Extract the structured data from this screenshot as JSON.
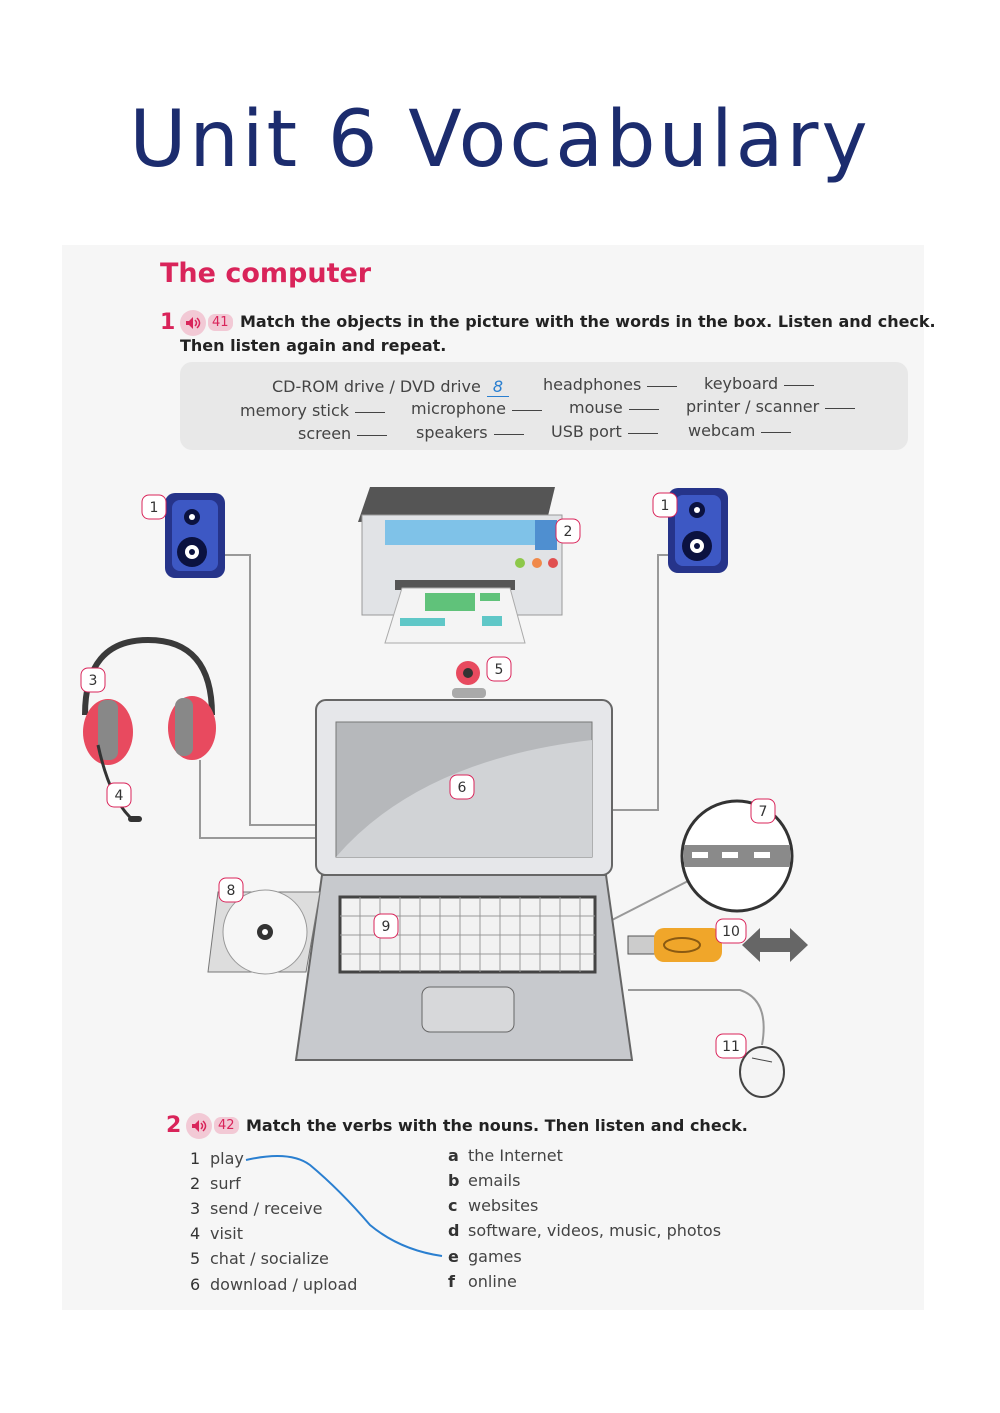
{
  "page_title": "Unit 6 Vocabulary",
  "section_title": "The computer",
  "exercise1": {
    "number": "1",
    "track": "41",
    "instruction_line1": "Match the objects in the picture with the words in the box. Listen and check.",
    "instruction_line2": "Then listen again and repeat.",
    "words": [
      {
        "text": "CD-ROM drive / DVD drive",
        "answer": "8"
      },
      {
        "text": "headphones",
        "answer": ""
      },
      {
        "text": "keyboard",
        "answer": ""
      },
      {
        "text": "memory stick",
        "answer": ""
      },
      {
        "text": "microphone",
        "answer": ""
      },
      {
        "text": "mouse",
        "answer": ""
      },
      {
        "text": "printer / scanner",
        "answer": ""
      },
      {
        "text": "screen",
        "answer": ""
      },
      {
        "text": "speakers",
        "answer": ""
      },
      {
        "text": "USB port",
        "answer": ""
      },
      {
        "text": "webcam",
        "answer": ""
      }
    ]
  },
  "labels": [
    "1",
    "2",
    "1",
    "3",
    "4",
    "5",
    "6",
    "7",
    "8",
    "9",
    "10",
    "11"
  ],
  "exercise2": {
    "number": "2",
    "track": "42",
    "instruction": "Match the verbs with the nouns. Then listen and check.",
    "verbs": [
      {
        "n": "1",
        "text": "play"
      },
      {
        "n": "2",
        "text": "surf"
      },
      {
        "n": "3",
        "text": "send / receive"
      },
      {
        "n": "4",
        "text": "visit"
      },
      {
        "n": "5",
        "text": "chat / socialize"
      },
      {
        "n": "6",
        "text": "download / upload"
      }
    ],
    "nouns": [
      {
        "n": "a",
        "text": "the Internet"
      },
      {
        "n": "b",
        "text": "emails"
      },
      {
        "n": "c",
        "text": "websites"
      },
      {
        "n": "d",
        "text": "software, videos, music, photos"
      },
      {
        "n": "e",
        "text": "games"
      },
      {
        "n": "f",
        "text": "online"
      }
    ]
  },
  "colors": {
    "title": "#1c2c6e",
    "accent": "#d9245a",
    "answer": "#2a7fd0"
  }
}
